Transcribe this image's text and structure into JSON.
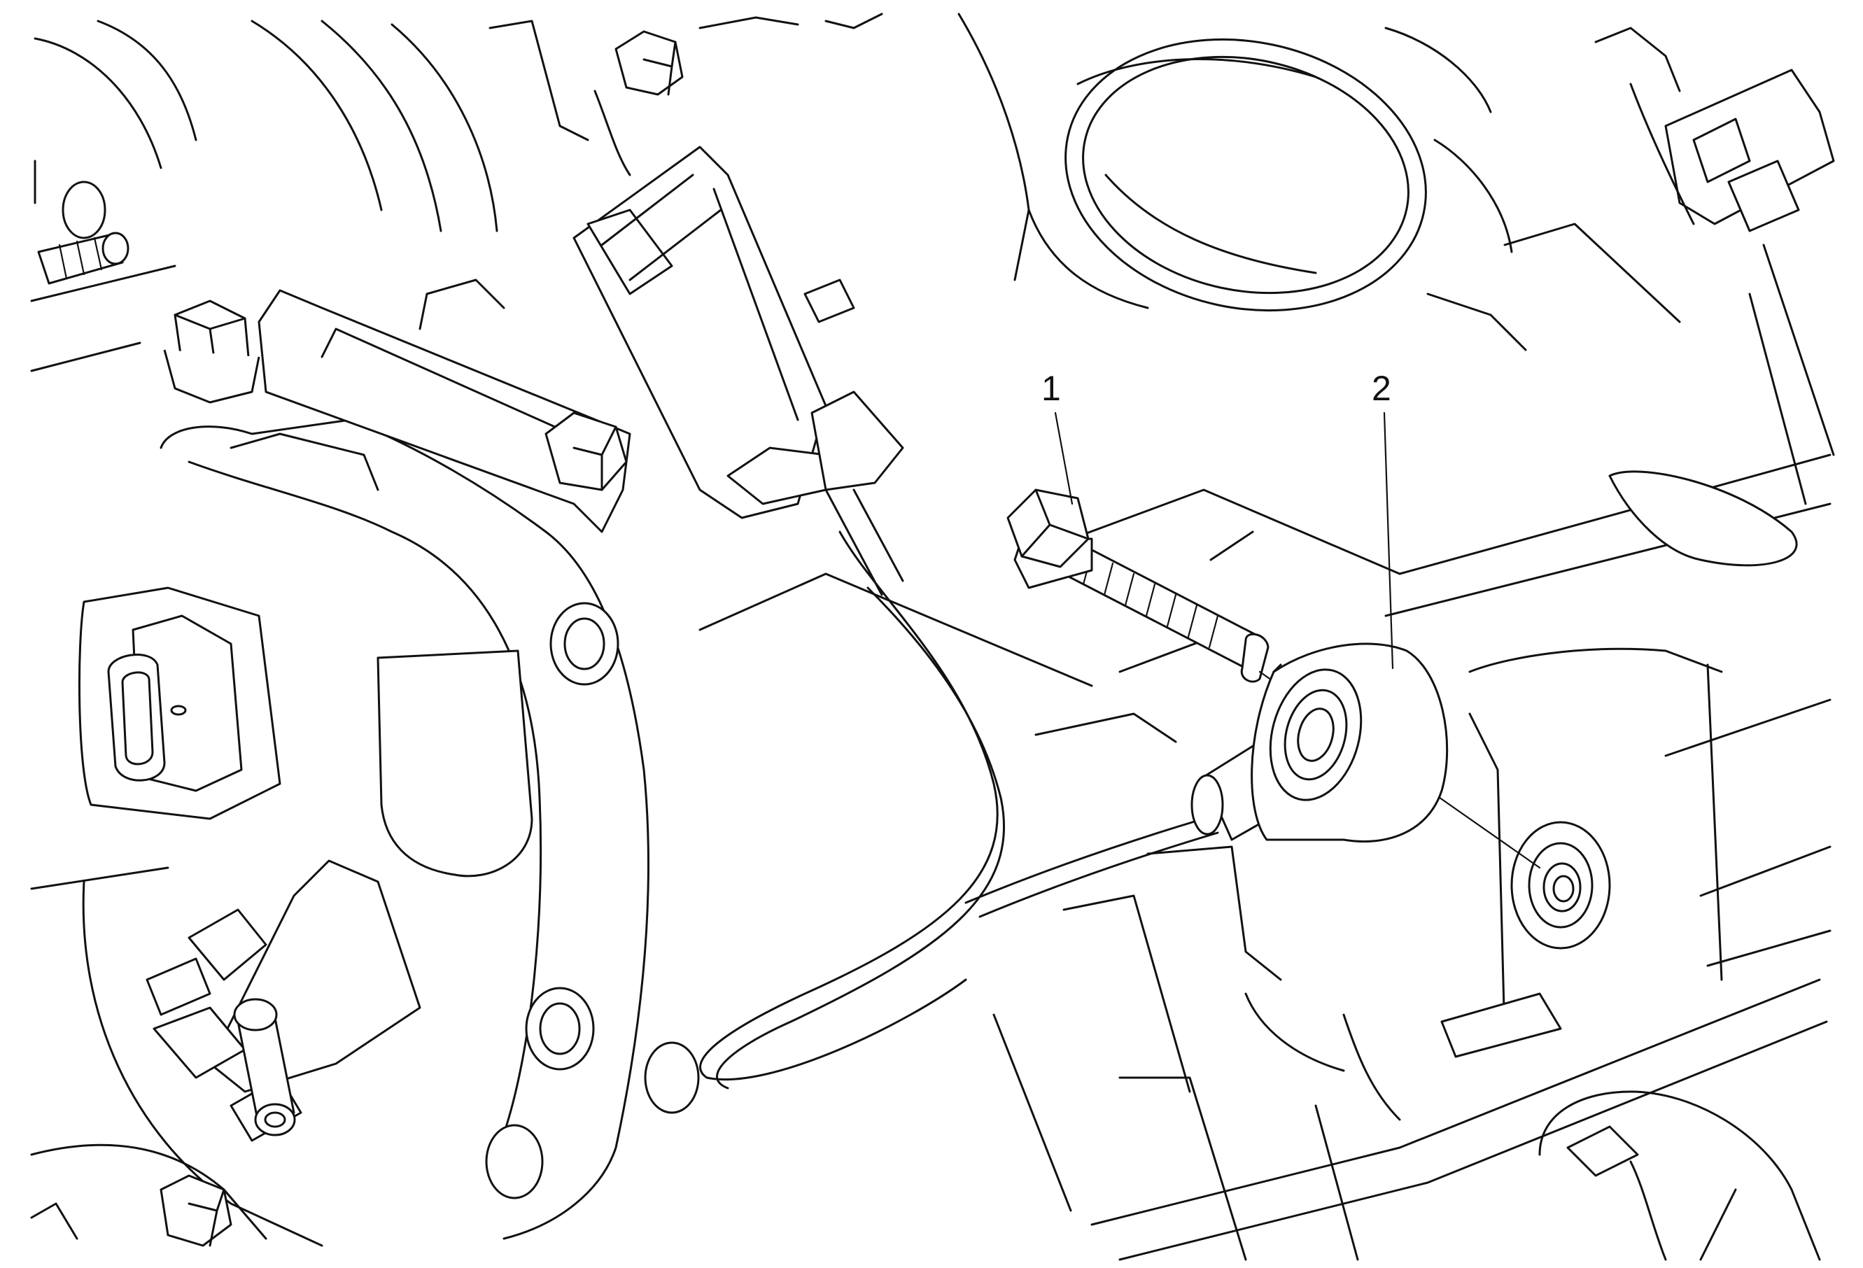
{
  "diagram": {
    "callouts": [
      {
        "id": "callout-1",
        "label": "1"
      },
      {
        "id": "callout-2",
        "label": "2"
      }
    ]
  }
}
